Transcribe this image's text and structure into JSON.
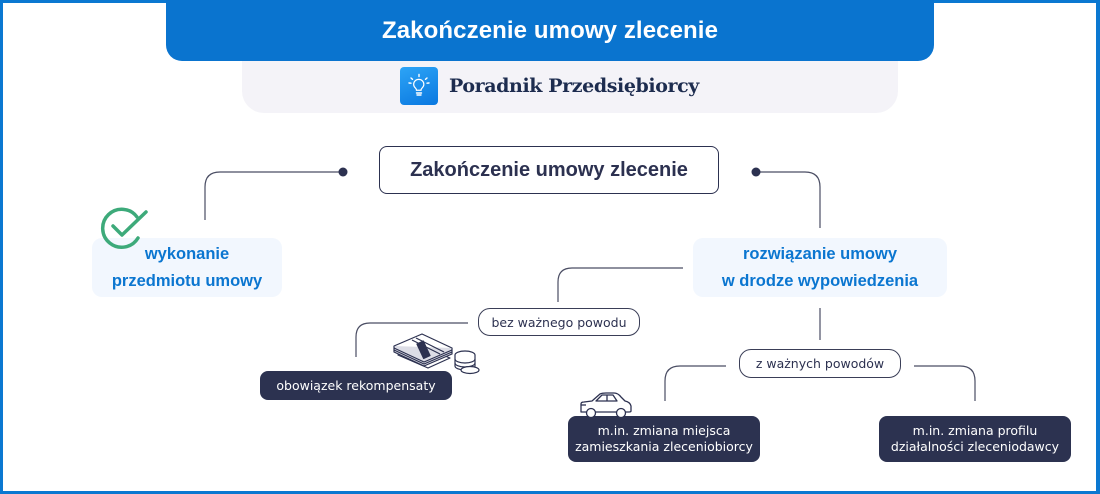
{
  "header": {
    "title": "Zakończenie umowy zlecenie"
  },
  "brand": {
    "name": "Poradnik Przedsiębiorcy",
    "icon": "lightbulb-icon",
    "icon_color": "#1a8ff0"
  },
  "diagram": {
    "root": "Zakończenie umowy zlecenie",
    "branches": [
      {
        "label_line1": "wykonanie",
        "label_line2": "przedmiotu umowy",
        "icon": "checkmark-circle-icon",
        "icon_color": "#3daa7a"
      },
      {
        "label_line1": "rozwiązanie umowy",
        "label_line2": "w drodze wypowiedzenia",
        "children": [
          {
            "label": "bez ważnego powodu",
            "children": [
              {
                "label": "obowiązek rekompensaty",
                "icon": "money-coins-icon"
              }
            ]
          },
          {
            "label": "z ważnych powodów",
            "children": [
              {
                "label_line1": "m.in. zmiana miejsca",
                "label_line2": "zamieszkania zleceniobiorcy",
                "icon": "car-icon"
              },
              {
                "label_line1": "m.in. zmiana profilu",
                "label_line2": "działalności zleceniodawcy"
              }
            ]
          }
        ]
      }
    ]
  },
  "colors": {
    "brand_blue": "#0a74cf",
    "dark_navy": "#2c3250",
    "branch_text": "#0b76d0",
    "branch_bg": "#f2f7fe",
    "brand_bar_bg": "#f4f3f8",
    "check_green": "#3daa7a"
  }
}
